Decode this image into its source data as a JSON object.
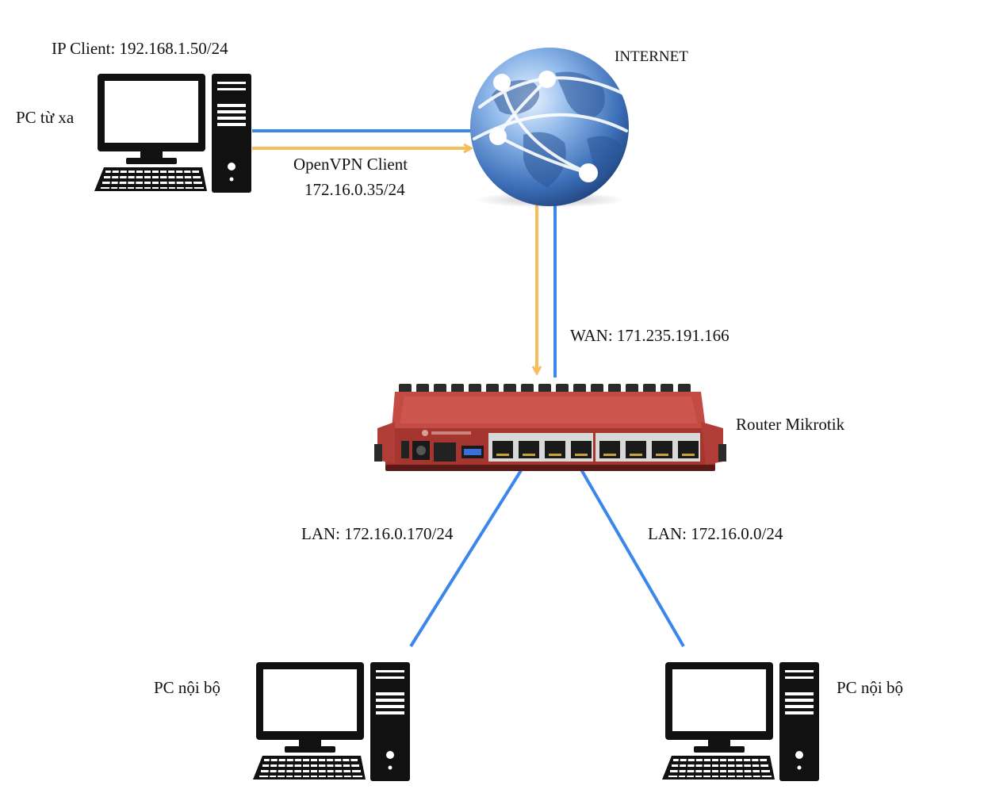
{
  "colors": {
    "ethernet_link": "#3b86ec",
    "vpn_tunnel": "#f7bd5c",
    "router_body": "#c44a44",
    "router_dark": "#8a2a26",
    "computer": "#111111"
  },
  "icons": {
    "remote_pc": "desktop-computer-icon",
    "internet": "globe-icon",
    "router": "mikrotik-router-icon",
    "local_pc": "desktop-computer-icon"
  },
  "labels": {
    "ip_client": "IP Client: 192.168.1.50/24",
    "remote_pc": "PC từ xa",
    "internet": "INTERNET",
    "openvpn_client": "OpenVPN Client",
    "openvpn_ip": "172.16.0.35/24",
    "wan": "WAN: 171.235.191.166",
    "router": "Router Mikrotik",
    "lan_left": "LAN: 172.16.0.170/24",
    "lan_right": "LAN: 172.16.0.0/24",
    "local_pc_left": "PC nội bộ",
    "local_pc_right": "PC nội bộ"
  }
}
